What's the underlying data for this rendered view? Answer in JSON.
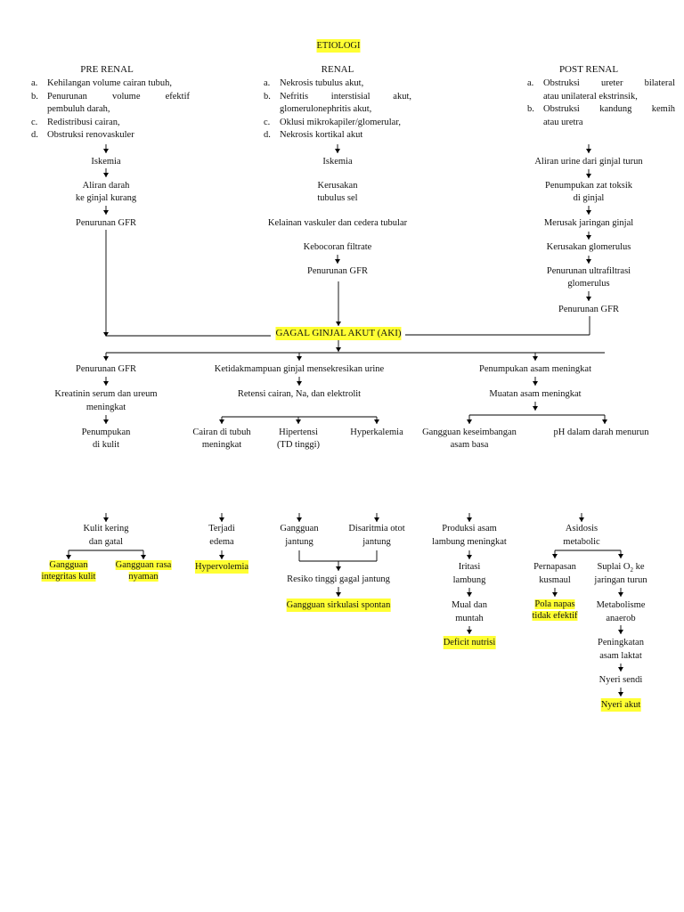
{
  "title": "ETIOLOGI",
  "columns": {
    "pre_renal": {
      "heading": "PRE RENAL",
      "items": [
        {
          "marker": "a.",
          "text": "Kehilangan volume cairan tubuh,"
        },
        {
          "marker": "b.",
          "text": "Penurunan     volume     efektif"
        },
        {
          "marker": "",
          "text": "pembuluh darah,"
        },
        {
          "marker": "c.",
          "text": "Redistribusi cairan,"
        },
        {
          "marker": "d.",
          "text": "Obstruksi renovaskuler"
        }
      ],
      "flow": [
        "Iskemia",
        "Aliran darah",
        "ke ginjal kurang",
        "Penurunan GFR"
      ]
    },
    "renal": {
      "heading": "RENAL",
      "items": [
        {
          "marker": "a.",
          "text": "Nekrosis tubulus akut,"
        },
        {
          "marker": "b.",
          "text": "Nefritis     interstisial     akut,"
        },
        {
          "marker": "",
          "text": "glomerulonephritis akut,"
        },
        {
          "marker": "c.",
          "text": "Oklusi mikrokapiler/glomerular,"
        },
        {
          "marker": "d.",
          "text": "Nekrosis kortikal akut"
        }
      ],
      "flow": [
        "Iskemia",
        "Kerusakan",
        "tubulus sel",
        "Kelainan vaskuler dan cedera tubular",
        "Kebocoran filtrate",
        "Penurunan GFR"
      ]
    },
    "post_renal": {
      "heading": "POST RENAL",
      "items": [
        {
          "marker": "a.",
          "text": "Obstruksi   ureter   bilateral"
        },
        {
          "marker": "",
          "text": "atau unilateral ekstrinsik,"
        },
        {
          "marker": "b.",
          "text": "Obstruksi   kandung   kemih"
        },
        {
          "marker": "",
          "text": "atau uretra"
        }
      ],
      "flow": [
        "Aliran urine dari ginjal turun",
        "Penumpukan zat toksik",
        "di ginjal",
        "Merusak jaringan ginjal",
        "Kerusakan glomerulus",
        "Penurunan ultrafiltrasi",
        "glomerulus",
        "Penurunan GFR"
      ]
    }
  },
  "center": "GAGAL GINJAL AKUT (AKI)",
  "level2": {
    "left": [
      "Penurunan GFR",
      "Kreatinin serum dan ureum",
      "meningkat",
      "Penumpukan",
      "di kulit"
    ],
    "middle": [
      "Ketidakmampuan ginjal mensekresikan urine",
      "Retensi cairan, Na, dan elektrolit"
    ],
    "middle_branches": [
      "Cairan di tubuh",
      "meningkat",
      "Hipertensi",
      "(TD tinggi)",
      "Hyperkalemia"
    ],
    "right": [
      "Penumpukan asam meningkat",
      "Muatan asam meningkat"
    ],
    "right_branches": [
      "Gangguan keseimbangan",
      "asam basa",
      "pH dalam darah menurun"
    ]
  },
  "level3": {
    "skin": [
      "Kulit kering",
      "dan gatal"
    ],
    "skin_dx": [
      "Gangguan",
      "integritas kulit",
      "Gangguan rasa",
      "nyaman"
    ],
    "edema": [
      "Terjadi",
      "edema"
    ],
    "edema_dx": "Hypervolemia",
    "heart": [
      "Gangguan",
      "jantung",
      "Disaritmia otot",
      "jantung",
      "Resiko tinggi gagal jantung"
    ],
    "heart_dx": "Gangguan sirkulasi spontan",
    "stomach": [
      "Produksi asam",
      "lambung meningkat",
      "Iritasi",
      "lambung",
      "Mual dan",
      "muntah"
    ],
    "stomach_dx": "Deficit nutrisi",
    "acidosis": [
      "Asidosis",
      "metabolic",
      "Pernapasan",
      "kusmaul",
      "Suplai O",
      "2",
      " ke",
      "jaringan turun",
      "Metabolisme",
      "anaerob",
      "Peningkatan",
      "asam laktat",
      "Nyeri sendi"
    ],
    "acidosis_dx": [
      "Pola napas",
      "tidak efektif",
      "Nyeri akut"
    ]
  },
  "colors": {
    "highlight": "#ffff33",
    "line": "#000000"
  }
}
